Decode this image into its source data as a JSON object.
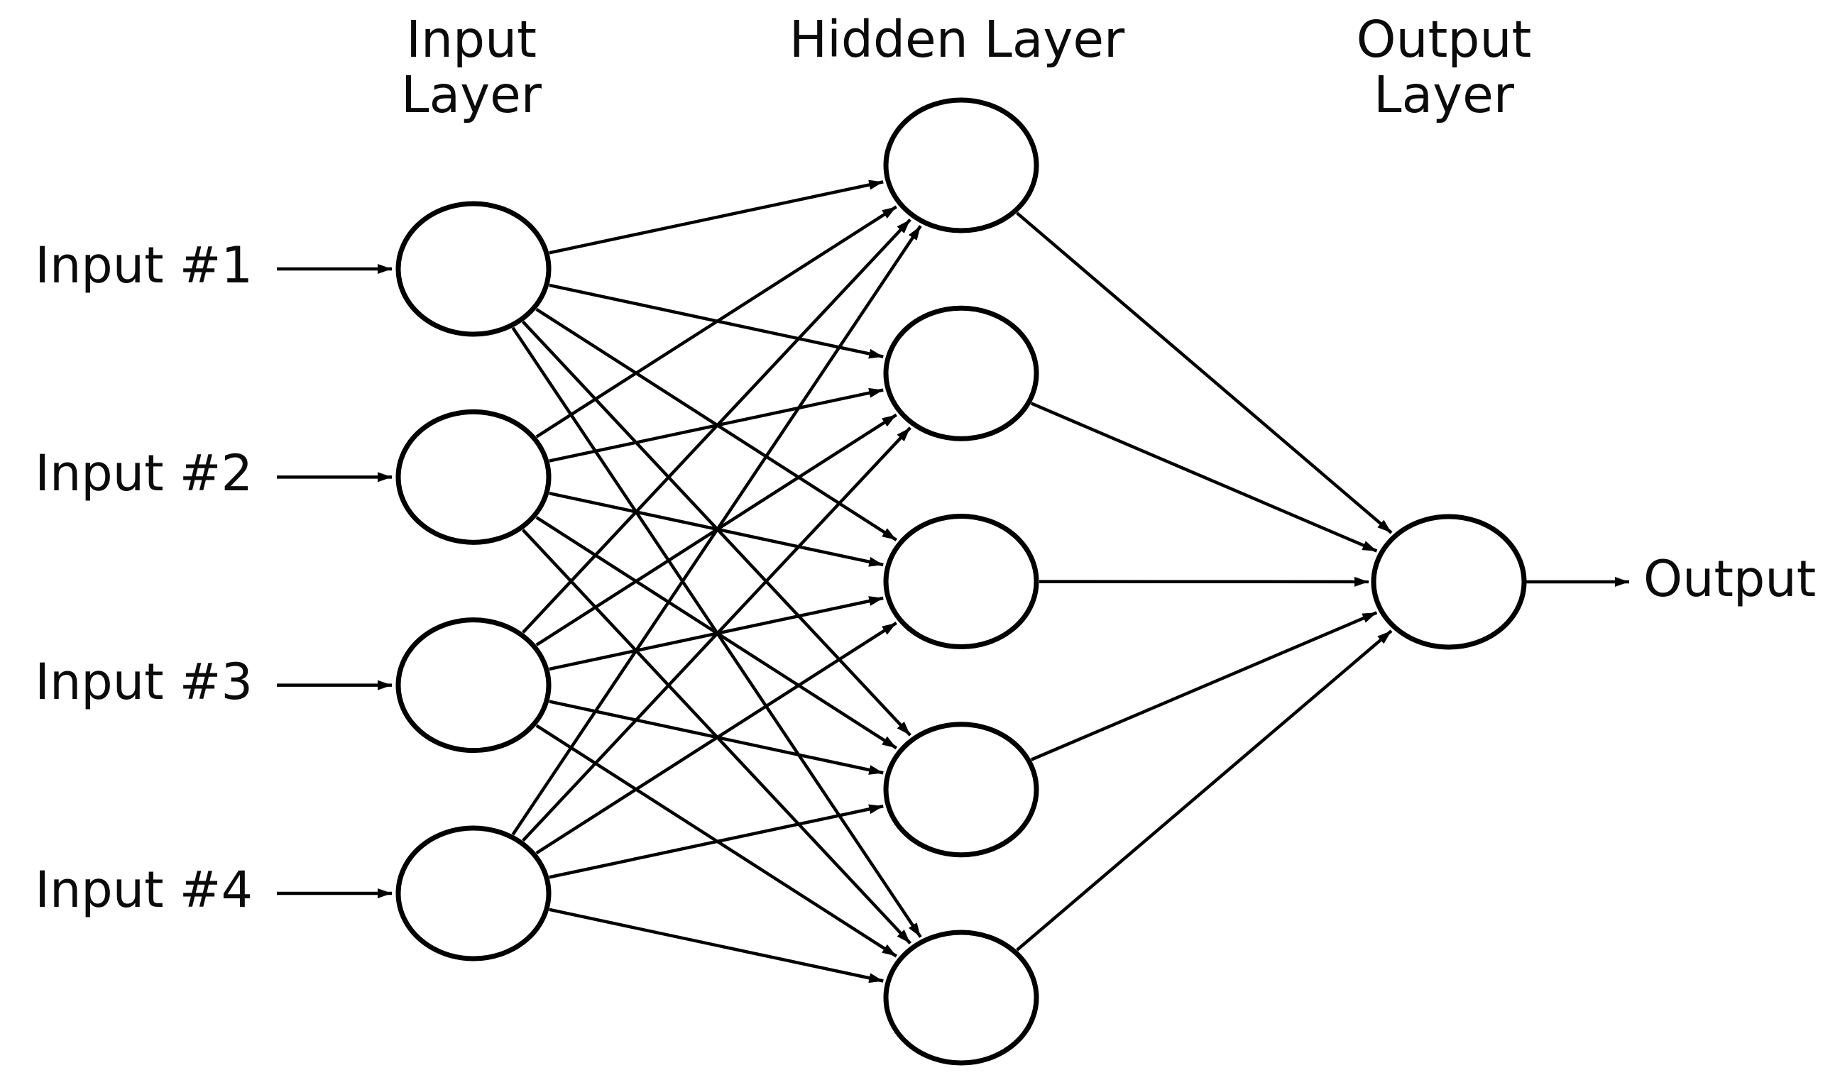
{
  "diagram": {
    "background_color": "#ffffff",
    "stroke_color": "#000000",
    "headers": {
      "input_layer": [
        "Input",
        "Layer"
      ],
      "hidden_layer": [
        "Hidden Layer"
      ],
      "output_layer": [
        "Output",
        "Layer"
      ]
    },
    "input_labels": [
      "Input #1",
      "Input #2",
      "Input #3",
      "Input #4"
    ],
    "output_label": "Output",
    "structure": {
      "input_node_count": 4,
      "hidden_node_count": 5,
      "output_node_count": 1,
      "connectivity": [
        "every input node connects to every hidden node with an arrow",
        "every hidden node connects to the output node with an arrow",
        "each input label has an arrow into its input node",
        "the output node has an arrow out to the Output label"
      ]
    }
  }
}
